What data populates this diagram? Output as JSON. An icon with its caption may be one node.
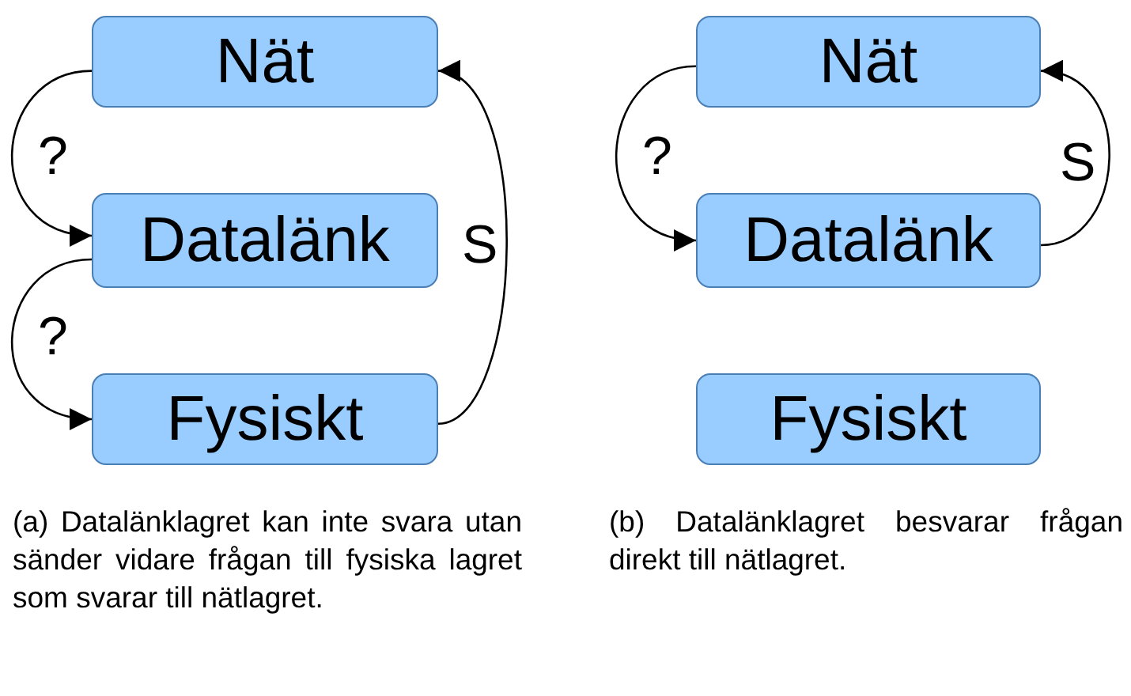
{
  "diagram": {
    "nodes": [
      {
        "text": [
          "Nät"
        ]
      },
      {
        "text": [
          "Datalänk"
        ]
      },
      {
        "text": [
          "Fysiskt"
        ]
      },
      {
        "text": [
          "Nät"
        ]
      },
      {
        "text": [
          "Datalänk"
        ]
      },
      {
        "text": [
          "Fysiskt"
        ]
      }
    ],
    "edges": [
      {
        "from": 0,
        "to": 1,
        "arrow": "to",
        "label": "?"
      },
      {
        "from": 1,
        "to": 2,
        "arrow": "to",
        "label": "?"
      },
      {
        "from": 2,
        "to": 0,
        "arrow": "to",
        "label": "S"
      },
      {
        "from": 3,
        "to": 4,
        "arrow": "to",
        "label": "?"
      },
      {
        "from": 4,
        "to": 3,
        "arrow": "to",
        "label": "S"
      }
    ],
    "labels": [
      "(a) Datalänklagret kan inte svara utan sänder vidare frågan till fysiska lagret som svarar till nätlagret.",
      "(b) Datalänklagret besvarar frågan direkt till nätlagret."
    ]
  }
}
